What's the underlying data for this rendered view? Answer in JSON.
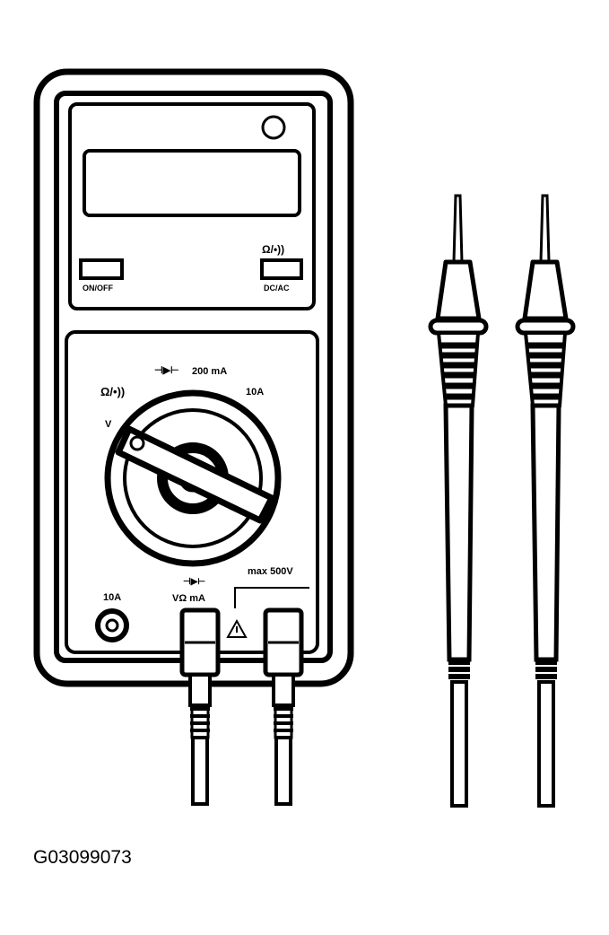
{
  "meter": {
    "on_off_label": "ON/OFF",
    "dc_ac_symbol": "Ω/•))",
    "dc_ac_label": "DC/AC",
    "dial": {
      "ohm_continuity": "Ω/•))",
      "diode": "⊣▶⊢",
      "ma_range": "200 mA",
      "amp_range": "10A",
      "volt": "V"
    },
    "jacks": {
      "amp_jack": "10A",
      "common_diode": "⊣▶⊢",
      "v_ohm_ma": "VΩ mA",
      "max_voltage": "max 500V",
      "warning": "⚠"
    }
  },
  "figure_id": "G03099073",
  "colors": {
    "ink": "#000000",
    "paper": "#ffffff"
  }
}
